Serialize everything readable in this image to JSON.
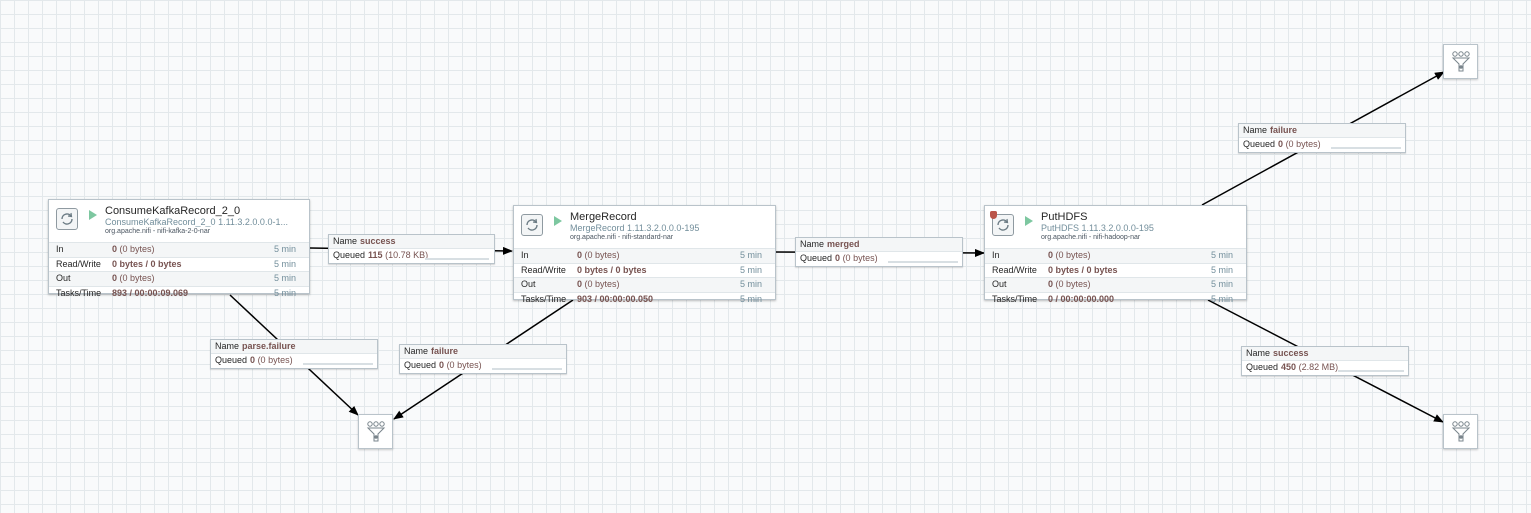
{
  "processors": {
    "consume": {
      "name": "ConsumeKafkaRecord_2_0",
      "type": "ConsumeKafkaRecord_2_0 1.11.3.2.0.0.0-1...",
      "bundle": "org.apache.nifi - nifi-kafka-2-0-nar",
      "in_label": "In",
      "in_value": "0",
      "in_size": "(0 bytes)",
      "in_time": "5 min",
      "rw_label": "Read/Write",
      "rw_value": "0 bytes / 0 bytes",
      "rw_time": "5 min",
      "out_label": "Out",
      "out_value": "0",
      "out_size": "(0 bytes)",
      "out_time": "5 min",
      "tasks_label": "Tasks/Time",
      "tasks_value": "893 / 00:00:09.069",
      "tasks_time": "5 min"
    },
    "merge": {
      "name": "MergeRecord",
      "type": "MergeRecord 1.11.3.2.0.0.0-195",
      "bundle": "org.apache.nifi - nifi-standard-nar",
      "in_label": "In",
      "in_value": "0",
      "in_size": "(0 bytes)",
      "in_time": "5 min",
      "rw_label": "Read/Write",
      "rw_value": "0 bytes / 0 bytes",
      "rw_time": "5 min",
      "out_label": "Out",
      "out_value": "0",
      "out_size": "(0 bytes)",
      "out_time": "5 min",
      "tasks_label": "Tasks/Time",
      "tasks_value": "903 / 00:00:00.050",
      "tasks_time": "5 min"
    },
    "puthdfs": {
      "name": "PutHDFS",
      "type": "PutHDFS 1.11.3.2.0.0.0-195",
      "bundle": "org.apache.nifi - nifi-hadoop-nar",
      "in_label": "In",
      "in_value": "0",
      "in_size": "(0 bytes)",
      "in_time": "5 min",
      "rw_label": "Read/Write",
      "rw_value": "0 bytes / 0 bytes",
      "rw_time": "5 min",
      "out_label": "Out",
      "out_value": "0",
      "out_size": "(0 bytes)",
      "out_time": "5 min",
      "tasks_label": "Tasks/Time",
      "tasks_value": "0 / 00:00:00.000",
      "tasks_time": "5 min"
    }
  },
  "connections": {
    "consume_success": {
      "name_label": "Name",
      "name": "success",
      "queued_label": "Queued",
      "count": "115",
      "size": "(10.78 KB)"
    },
    "consume_parse_failure": {
      "name_label": "Name",
      "name": "parse.failure",
      "queued_label": "Queued",
      "count": "0",
      "size": "(0 bytes)"
    },
    "merge_failure": {
      "name_label": "Name",
      "name": "failure",
      "queued_label": "Queued",
      "count": "0",
      "size": "(0 bytes)"
    },
    "merge_merged": {
      "name_label": "Name",
      "name": "merged",
      "queued_label": "Queued",
      "count": "0",
      "size": "(0 bytes)"
    },
    "put_failure": {
      "name_label": "Name",
      "name": "failure",
      "queued_label": "Queued",
      "count": "0",
      "size": "(0 bytes)"
    },
    "put_success": {
      "name_label": "Name",
      "name": "success",
      "queued_label": "Queued",
      "count": "450",
      "size": "(2.82 MB)"
    }
  },
  "icons": {
    "processor": "processor-refresh-icon",
    "run": "running-play-icon",
    "funnel": "funnel-icon",
    "bulletin": "bulletin-shield-icon"
  },
  "colors": {
    "running": "#7dc7a0",
    "value_text": "#775351",
    "muted_text": "#728e9b",
    "bulletin": "#ba554a"
  }
}
